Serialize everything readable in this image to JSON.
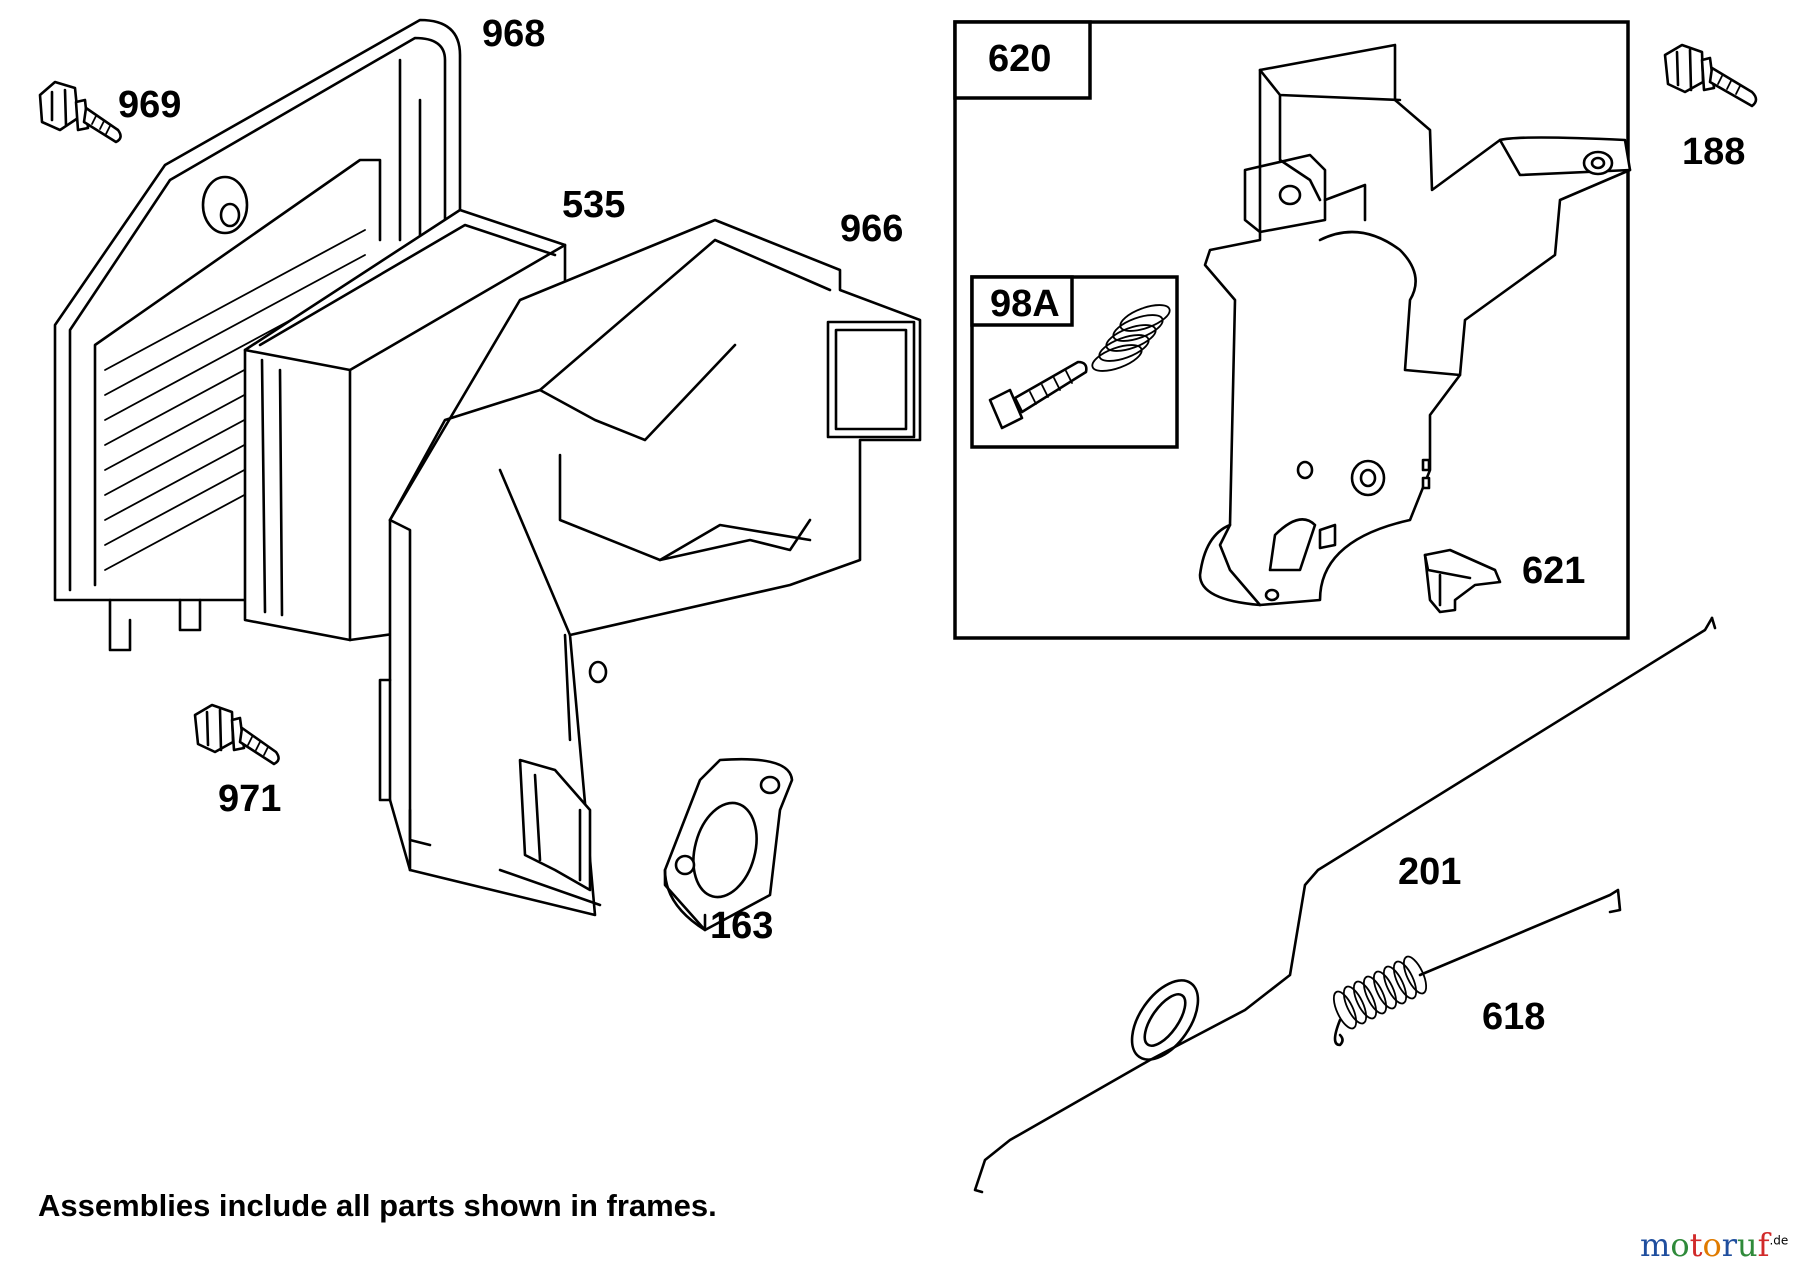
{
  "labels": {
    "p968": "968",
    "p969": "969",
    "p535": "535",
    "p966": "966",
    "p971": "971",
    "p163": "163",
    "p620": "620",
    "p98a": "98A",
    "p621": "621",
    "p188": "188",
    "p201": "201",
    "p618": "618"
  },
  "footer_note": "Assemblies include all parts shown in frames.",
  "watermark": {
    "brand": "motoruf",
    "suffix": ".de",
    "colors": [
      "#1f4e9e",
      "#2f8a3a",
      "#d12a2a",
      "#e07b00"
    ]
  }
}
